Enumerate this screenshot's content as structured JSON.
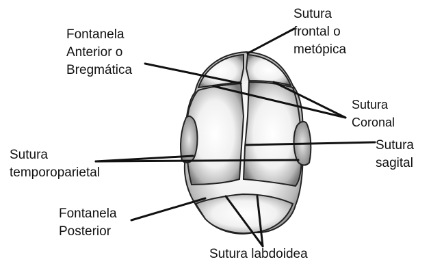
{
  "diagram": {
    "labels": {
      "metopic_suture": [
        "Sutura",
        "frontal o",
        "metópica"
      ],
      "anterior_fontanelle": [
        "Fontanela",
        "Anterior o",
        "Bregmática"
      ],
      "coronal_suture": [
        "Sutura",
        "Coronal"
      ],
      "temporoparietal_suture": [
        "Sutura",
        "temporoparietal"
      ],
      "sagittal_suture": [
        "Sutura",
        "sagital"
      ],
      "posterior_fontanelle": [
        "Fontanela",
        "Posterior"
      ],
      "lambdoid_suture": [
        "Sutura labdoidea"
      ]
    }
  }
}
